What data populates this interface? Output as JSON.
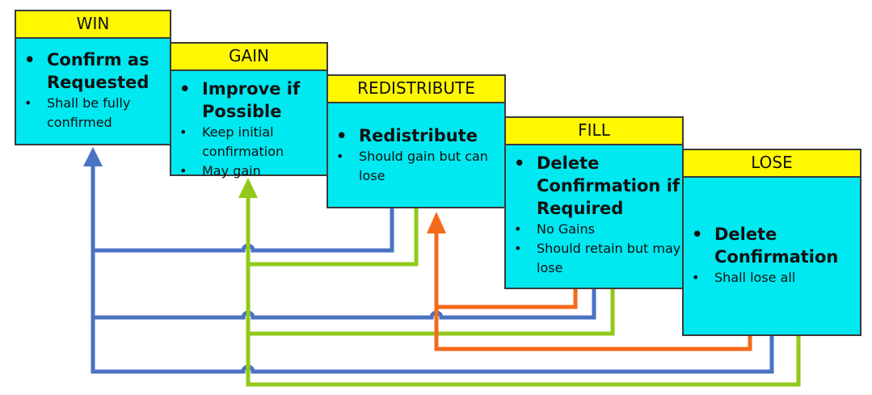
{
  "colors": {
    "box_fill": "#00e8f0",
    "header_fill": "#fff800",
    "blue_line": "#4a72c2",
    "green_line": "#92c91a",
    "orange_line": "#f46a1a"
  },
  "boxes": {
    "win": {
      "header": "WIN",
      "main": "Confirm as Requested",
      "points": [
        "Shall be fully confirmed"
      ]
    },
    "gain": {
      "header": "GAIN",
      "main": "Improve if Possible",
      "points": [
        "Keep initial confirmation",
        "May gain"
      ]
    },
    "redistribute": {
      "header": "REDISTRIBUTE",
      "main": "Redistribute",
      "points": [
        "Should gain but can lose"
      ]
    },
    "fill": {
      "header": "FILL",
      "main": "Delete Confirmation if Required",
      "points": [
        "No Gains",
        "Should retain but may lose"
      ]
    },
    "lose": {
      "header": "LOSE",
      "main": "Delete Confirmation",
      "points": [
        "Shall lose all"
      ]
    }
  },
  "connectors": [
    {
      "from": "REDISTRIBUTE",
      "to": "WIN",
      "color": "blue"
    },
    {
      "from": "FILL",
      "to": "WIN",
      "color": "blue"
    },
    {
      "from": "LOSE",
      "to": "WIN",
      "color": "blue"
    },
    {
      "from": "REDISTRIBUTE",
      "to": "GAIN",
      "color": "green"
    },
    {
      "from": "FILL",
      "to": "GAIN",
      "color": "green"
    },
    {
      "from": "LOSE",
      "to": "GAIN",
      "color": "green"
    },
    {
      "from": "FILL",
      "to": "REDISTRIBUTE",
      "color": "orange"
    },
    {
      "from": "LOSE",
      "to": "REDISTRIBUTE",
      "color": "orange"
    }
  ]
}
